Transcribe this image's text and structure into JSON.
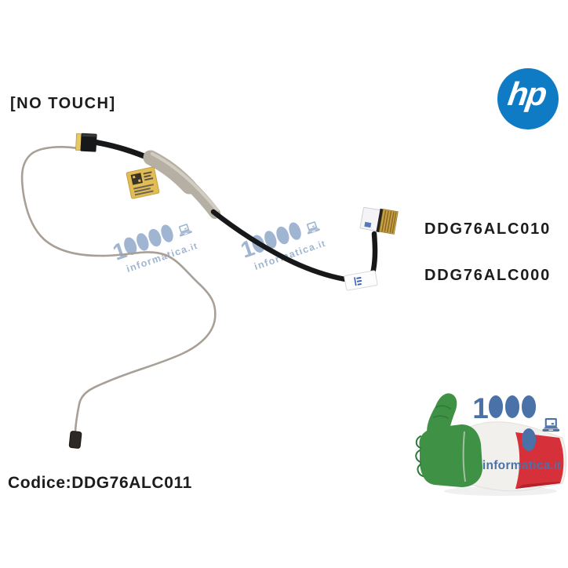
{
  "image": {
    "type": "product-photo",
    "background_color": "#ffffff",
    "subject": "HP laptop LCD display flex cable with connectors and labels"
  },
  "annotations": {
    "no_touch": "[NO TOUCH]",
    "part_number_1": "DDG76ALC010",
    "part_number_2": "DDG76ALC000",
    "codice": "Codice:DDG76ALC011",
    "text_color": "#1c1c1c"
  },
  "hp_logo": {
    "text": "hp",
    "circle_color": "#0f7bc4",
    "text_color": "#ffffff"
  },
  "brand": {
    "number": "10000",
    "domain": "informatica",
    "tld": ".it",
    "color": "#4a72a8"
  },
  "icons": {
    "laptop": "open-laptop glyph drawn as CSS/SVG shape"
  },
  "cable": {
    "colors": {
      "thin_wire": "#a8a096",
      "black_cable": "#17181a",
      "foil_shield": "#b6afa4",
      "gold_connector": "#caa145",
      "gold_edge": "#e7c867",
      "kapton_label": "#e2bd55",
      "white_label": "#fdfdfd",
      "label_mark_blue": "#3a62b0"
    }
  },
  "hand_logo": {
    "flag_green": "#3f9146",
    "flag_green_dark": "#2e7a38",
    "flag_white": "#f2f0ec",
    "flag_red": "#d6303a"
  }
}
